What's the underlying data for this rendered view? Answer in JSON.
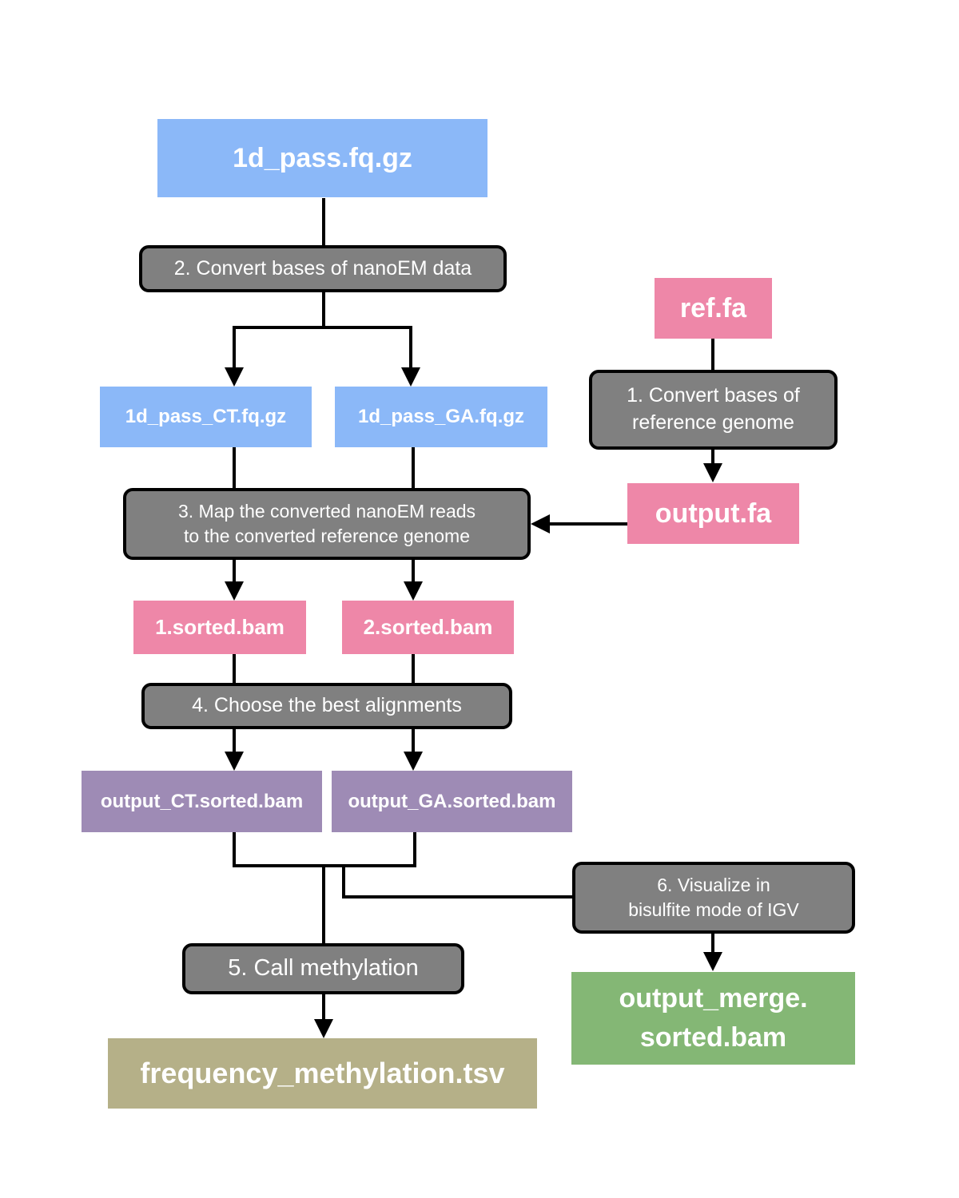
{
  "colors": {
    "fastq": "#8bb8f8",
    "pink": "#ee87a8",
    "purple": "#9e8bb5",
    "olive": "#b5b088",
    "green": "#84b775",
    "step_fill": "#808080",
    "line": "#000000"
  },
  "files": {
    "input_fq": "1d_pass.fq.gz",
    "ref_fa": "ref.fa",
    "ct_fq": "1d_pass_CT.fq.gz",
    "ga_fq": "1d_pass_GA.fq.gz",
    "output_fa": "output.fa",
    "sorted1": "1.sorted.bam",
    "sorted2": "2.sorted.bam",
    "output_ct": "output_CT.sorted.bam",
    "output_ga": "output_GA.sorted.bam",
    "frequency": "frequency_methylation.tsv",
    "merge": "output_merge.\nsorted.bam"
  },
  "steps": {
    "step1": "1. Convert bases of\nreference genome",
    "step2": "2. Convert bases of nanoEM data",
    "step3": "3. Map the converted nanoEM reads\nto the converted reference genome",
    "step4": "4. Choose the best alignments",
    "step5": "5. Call methylation",
    "step6": "6. Visualize in\nbisulfite mode of IGV"
  }
}
